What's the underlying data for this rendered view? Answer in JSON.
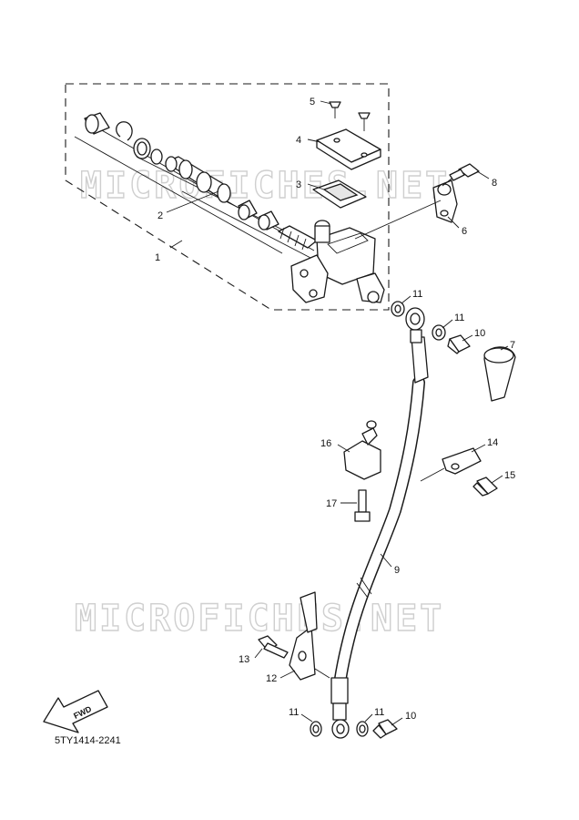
{
  "watermark": "MICROFICHES.NET",
  "diagram_code": "5TY1414-2241",
  "fwd_label": "FWD",
  "callouts": [
    {
      "id": "c1",
      "text": "1"
    },
    {
      "id": "c2",
      "text": "2"
    },
    {
      "id": "c3",
      "text": "3"
    },
    {
      "id": "c4",
      "text": "4"
    },
    {
      "id": "c5",
      "text": "5"
    },
    {
      "id": "c6",
      "text": "6"
    },
    {
      "id": "c7",
      "text": "7"
    },
    {
      "id": "c8",
      "text": "8"
    },
    {
      "id": "c9",
      "text": "9"
    },
    {
      "id": "c10a",
      "text": "10"
    },
    {
      "id": "c10b",
      "text": "10"
    },
    {
      "id": "c11a",
      "text": "11"
    },
    {
      "id": "c11b",
      "text": "11"
    },
    {
      "id": "c11c",
      "text": "11"
    },
    {
      "id": "c11d",
      "text": "11"
    },
    {
      "id": "c12",
      "text": "12"
    },
    {
      "id": "c13",
      "text": "13"
    },
    {
      "id": "c14",
      "text": "14"
    },
    {
      "id": "c15",
      "text": "15"
    },
    {
      "id": "c16",
      "text": "16"
    },
    {
      "id": "c17",
      "text": "17"
    }
  ]
}
